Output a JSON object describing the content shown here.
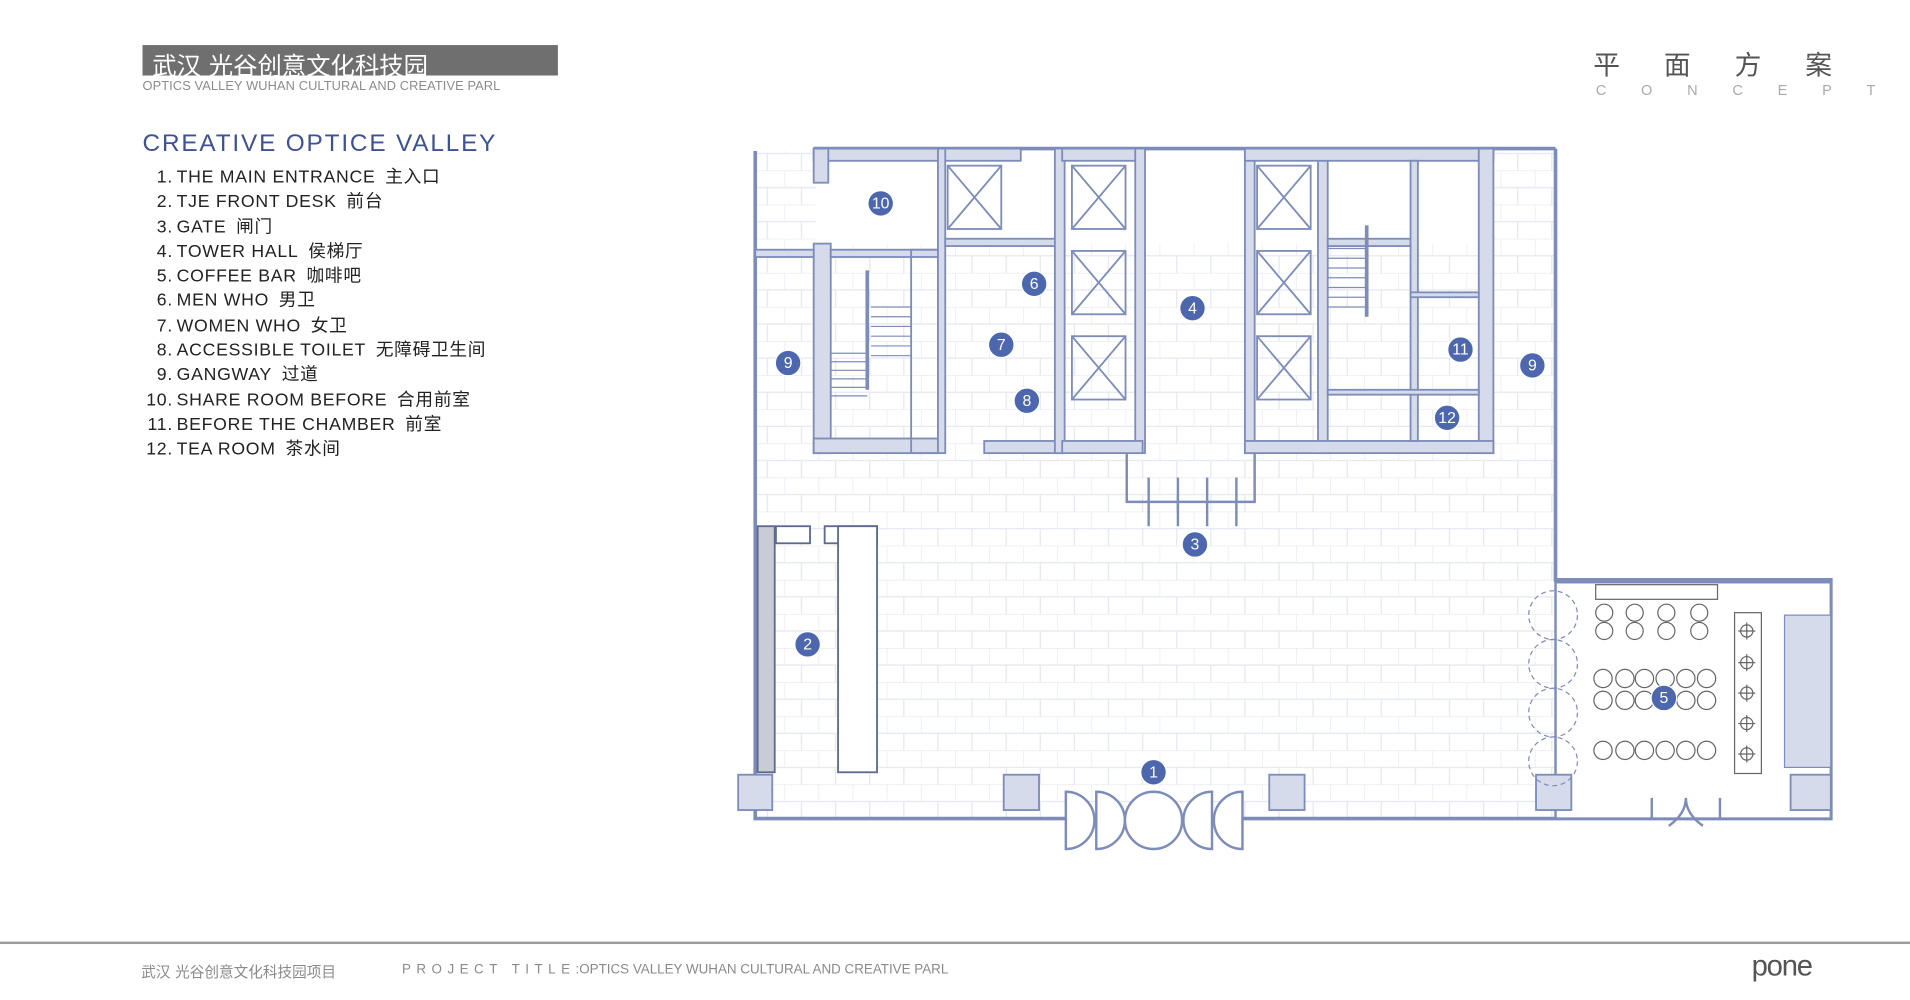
{
  "header": {
    "title_cn": "武汉  光谷创意文化科技园",
    "title_en": "OPTICS VALLEY WUHAN CULTURAL AND CREATIVE PARL"
  },
  "concept": {
    "cn": "平面方案",
    "en": "CONCEPT"
  },
  "legend": {
    "title": "CREATIVE OPTICE VALLEY",
    "items": [
      {
        "num": "1.",
        "en": "THE MAIN ENTRANCE",
        "cn": "主入口"
      },
      {
        "num": "2.",
        "en": "TJE FRONT DESK",
        "cn": "前台"
      },
      {
        "num": "3.",
        "en": "GATE",
        "cn": "闸门"
      },
      {
        "num": "4.",
        "en": "TOWER HALL",
        "cn": "侯梯厅"
      },
      {
        "num": "5.",
        "en": "COFFEE BAR",
        "cn": "咖啡吧"
      },
      {
        "num": "6.",
        "en": "MEN WHO",
        "cn": "男卫"
      },
      {
        "num": "7.",
        "en": "WOMEN WHO",
        "cn": "女卫"
      },
      {
        "num": "8.",
        "en": "ACCESSIBLE TOILET",
        "cn": "无障碍卫生间"
      },
      {
        "num": "9.",
        "en": "GANGWAY",
        "cn": "过道"
      },
      {
        "num": "10.",
        "en": "SHARE ROOM BEFORE",
        "cn": "合用前室"
      },
      {
        "num": "11.",
        "en": "BEFORE THE CHAMBER",
        "cn": "前室"
      },
      {
        "num": "12.",
        "en": "TEA ROOM",
        "cn": "茶水间"
      }
    ]
  },
  "plan": {
    "markers": [
      "1",
      "2",
      "3",
      "4",
      "5",
      "6",
      "7",
      "8",
      "9",
      "9",
      "10",
      "11",
      "12"
    ]
  },
  "footer": {
    "cn": "武汉  光谷创意文化科技园项目",
    "project_label": "PROJECT  TITLE",
    "project_title": ":OPTICS VALLEY WUHAN CULTURAL AND CREATIVE PARL",
    "logo": "pone"
  },
  "colors": {
    "wall": "#d6dbeb",
    "wall_stroke": "#7d8cb9",
    "marker": "#4d67ae",
    "legend_title": "#3e5192"
  }
}
